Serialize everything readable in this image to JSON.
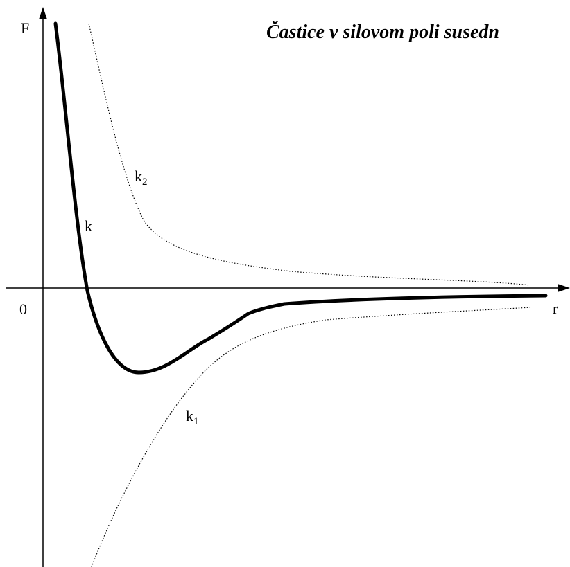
{
  "title": "Častice v silovom poli susedn",
  "axes": {
    "y_label": "F",
    "x_label": "r",
    "origin_label": "0"
  },
  "curves": {
    "k": {
      "base": "k",
      "sub": ""
    },
    "k1": {
      "base": "k",
      "sub": "1"
    },
    "k2": {
      "base": "k",
      "sub": "2"
    }
  },
  "colors": {
    "ink": "#000000",
    "background": "#ffffff"
  }
}
